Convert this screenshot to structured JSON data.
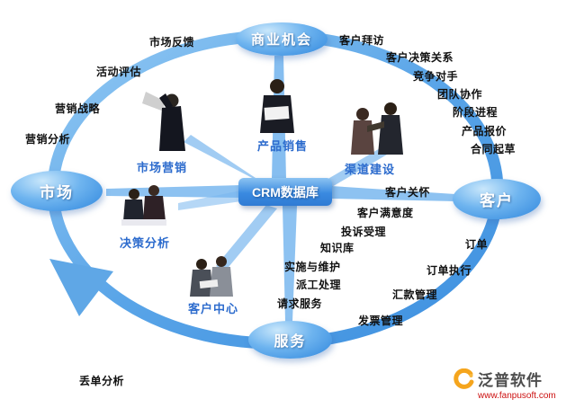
{
  "diagram": {
    "center": "CRM数据库",
    "nodes": {
      "top": "商业机会",
      "left": "市场",
      "right": "客户",
      "bottom": "服务"
    },
    "clusters": {
      "marketing": "市场营销",
      "product_sales": "产品销售",
      "channel": "渠道建设",
      "decision": "决策分析",
      "customer_center": "客户中心"
    },
    "labels": {
      "market_feedback": "市场反馈",
      "activity_evaluation": "活动评估",
      "marketing_strategy": "营销战略",
      "marketing_analysis": "营销分析",
      "customer_visit": "客户拜访",
      "customer_decision_relations": "客户决策关系",
      "competitors": "竞争对手",
      "team_collaboration": "团队协作",
      "stage_progress": "阶段进程",
      "product_quotation": "产品报价",
      "contract_drafting": "合同起草",
      "customer_care": "客户关怀",
      "customer_satisfaction": "客户满意度",
      "complaint_acceptance": "投诉受理",
      "knowledge_base": "知识库",
      "implementation_maintenance": "实施与维护",
      "dispatch_processing": "派工处理",
      "service_request": "请求服务",
      "order": "订单",
      "order_execution": "订单执行",
      "remittance_management": "汇款管理",
      "invoice_management": "发票管理",
      "lost_order_analysis": "丢单分析"
    }
  },
  "watermark": {
    "brand": "泛普软件",
    "site": "www.fanpusoft.com"
  },
  "colors": {
    "node_blue": "#2f86dd",
    "ring_blue": "#5aa5e8",
    "cluster_label_blue": "#2c6bcd",
    "brand_orange": "#f5a51d",
    "brand_red": "#cc1111"
  }
}
